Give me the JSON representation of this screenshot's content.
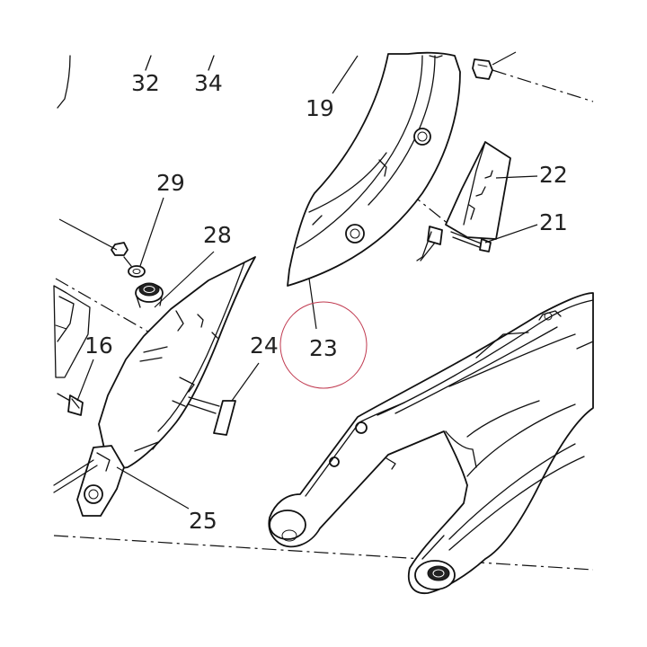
{
  "callouts": {
    "c32": "32",
    "c34": "34",
    "c19": "19",
    "c22": "22",
    "c21": "21",
    "c29": "29",
    "c28": "28",
    "c16": "16",
    "c24": "24",
    "c23": "23",
    "c25": "25"
  },
  "highlight_color": "#c0394f"
}
